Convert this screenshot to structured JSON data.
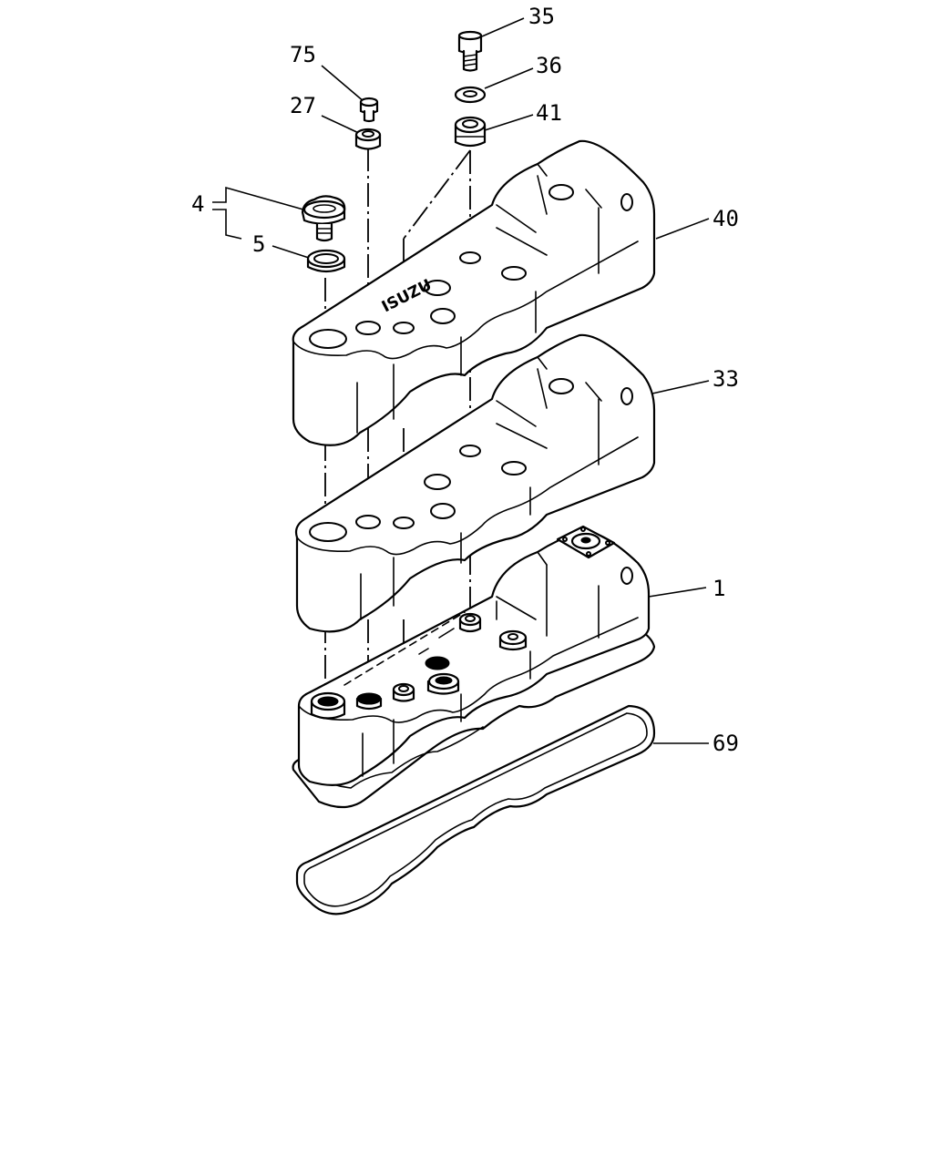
{
  "diagram": {
    "brand_text": "ISUZU",
    "callouts": [
      {
        "id": "c35",
        "label": "35"
      },
      {
        "id": "c36",
        "label": "36"
      },
      {
        "id": "c41",
        "label": "41"
      },
      {
        "id": "c75",
        "label": "75"
      },
      {
        "id": "c27",
        "label": "27"
      },
      {
        "id": "c4",
        "label": "4"
      },
      {
        "id": "c5",
        "label": "5"
      },
      {
        "id": "c40",
        "label": "40"
      },
      {
        "id": "c33",
        "label": "33"
      },
      {
        "id": "c1",
        "label": "1"
      },
      {
        "id": "c69",
        "label": "69"
      }
    ]
  }
}
